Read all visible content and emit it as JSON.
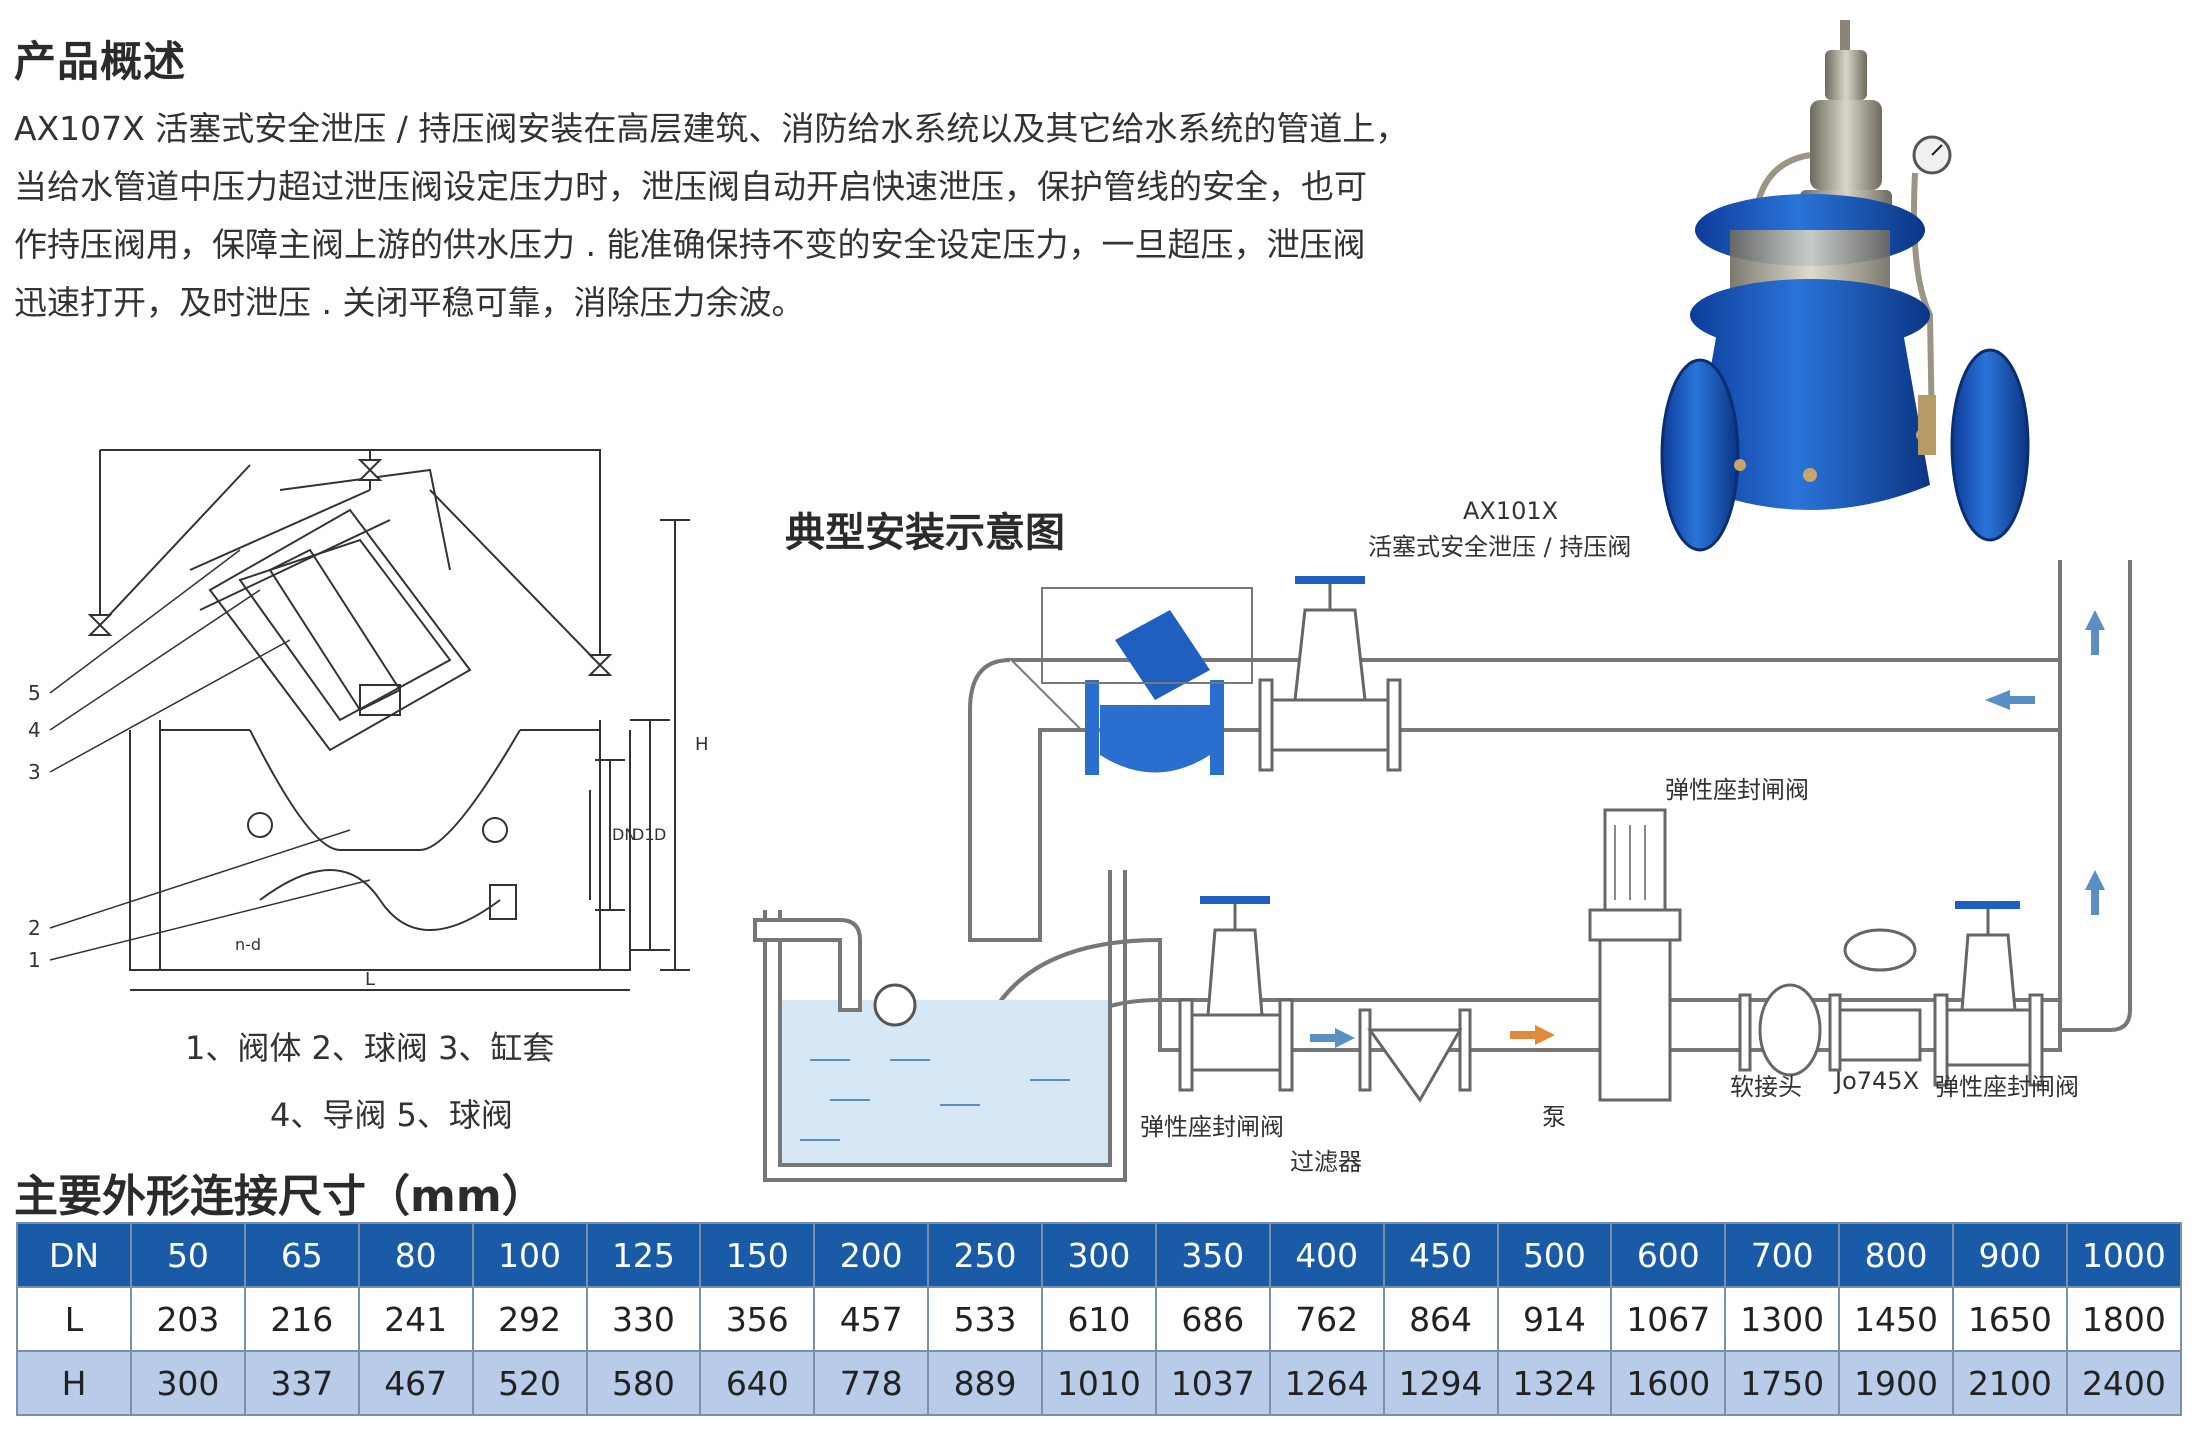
{
  "overview": {
    "title": "产品概述",
    "lines": [
      "AX107X 活塞式安全泄压 / 持压阀安装在高层建筑、消防给水系统以及其它给水系统的管道上，",
      "当给水管道中压力超过泄压阀设定压力时，泄压阀自动开启快速泄压，保护管线的安全，也可",
      "作持压阀用，保障主阀上游的供水压力 . 能准确保持不变的安全设定压力，一旦超压，泄压阀",
      "迅速打开，及时泄压 . 关闭平稳可靠，消除压力余波。"
    ]
  },
  "drawing": {
    "numbers": [
      "5",
      "4",
      "3",
      "2",
      "1"
    ],
    "dims": [
      "H",
      "DN",
      "D1",
      "D",
      "L",
      "n-d"
    ],
    "legend_line1": "1、阀体  2、球阀  3、缸套",
    "legend_line2": "4、导阀  5、球阀"
  },
  "install": {
    "title": "典型安装示意图",
    "valve_model": "AX101X",
    "valve_name": "活塞式安全泄压 / 持压阀",
    "gate_valve_top": "弹性座封闸阀",
    "gate_valve_left": "弹性座封闸阀",
    "filter": "过滤器",
    "pump": "泵",
    "soft_joint": "软接头",
    "check_valve": "Jo745X",
    "gate_valve_right": "弹性座封闸阀"
  },
  "dimensions": {
    "title": "主要外形连接尺寸（mm）",
    "rows": [
      {
        "head": "DN",
        "values": [
          "50",
          "65",
          "80",
          "100",
          "125",
          "150",
          "200",
          "250",
          "300",
          "350",
          "400",
          "450",
          "500",
          "600",
          "700",
          "800",
          "900",
          "1000"
        ]
      },
      {
        "head": "L",
        "values": [
          "203",
          "216",
          "241",
          "292",
          "330",
          "356",
          "457",
          "533",
          "610",
          "686",
          "762",
          "864",
          "914",
          "1067",
          "1300",
          "1450",
          "1650",
          "1800"
        ]
      },
      {
        "head": "H",
        "values": [
          "300",
          "337",
          "467",
          "520",
          "580",
          "640",
          "778",
          "889",
          "1010",
          "1037",
          "1264",
          "1294",
          "1324",
          "1600",
          "1750",
          "1900",
          "2100",
          "2400"
        ]
      }
    ]
  },
  "colors": {
    "header_row": "#1a5ba8",
    "h_row": "#b8cbe8",
    "valve_blue": "#1f5fbf",
    "pipe": "#ffffff"
  }
}
